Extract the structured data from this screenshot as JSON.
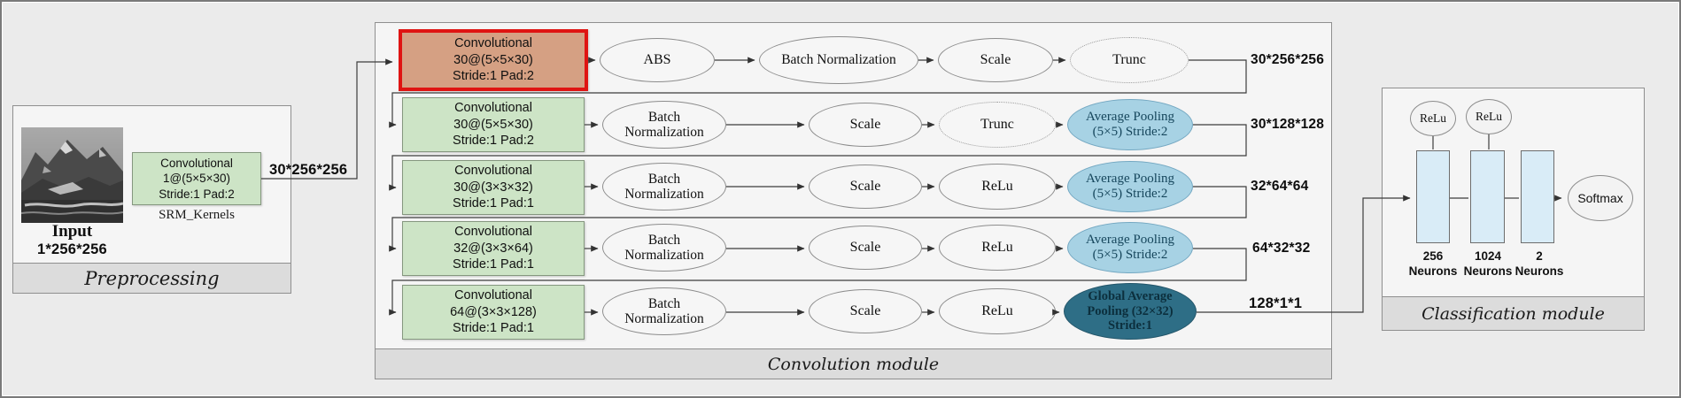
{
  "preprocessing": {
    "footer": "Preprocessing",
    "input_caption": "Input",
    "input_dims": "1*256*256",
    "conv": {
      "line1": "Convolutional",
      "line2": "1@(5×5×30)",
      "line3": "Stride:1 Pad:2"
    },
    "kernel_label": "SRM_Kernels",
    "output_dims": "30*256*256"
  },
  "convolution_module": {
    "footer": "Convolution module",
    "rows": [
      {
        "conv": {
          "line1": "Convolutional",
          "line2": "30@(5×5×30)",
          "line3": "Stride:1 Pad:2"
        },
        "ops": [
          {
            "label": "ABS"
          },
          {
            "label": "Batch Normalization"
          },
          {
            "label": "Scale"
          },
          {
            "label": "Trunc"
          }
        ],
        "output_dims": "30*256*256"
      },
      {
        "conv": {
          "line1": "Convolutional",
          "line2": "30@(5×5×30)",
          "line3": "Stride:1 Pad:2"
        },
        "ops": [
          {
            "label": "Batch Normalization"
          },
          {
            "label": "Scale"
          },
          {
            "label": "Trunc"
          },
          {
            "label": "Average Pooling (5×5) Stride:2"
          }
        ],
        "output_dims": "30*128*128"
      },
      {
        "conv": {
          "line1": "Convolutional",
          "line2": "30@(3×3×32)",
          "line3": "Stride:1 Pad:1"
        },
        "ops": [
          {
            "label": "Batch Normalization"
          },
          {
            "label": "Scale"
          },
          {
            "label": "ReLu"
          },
          {
            "label": "Average Pooling (5×5) Stride:2"
          }
        ],
        "output_dims": "32*64*64"
      },
      {
        "conv": {
          "line1": "Convolutional",
          "line2": "32@(3×3×64)",
          "line3": "Stride:1  Pad:1"
        },
        "ops": [
          {
            "label": "Batch Normalization"
          },
          {
            "label": "Scale"
          },
          {
            "label": "ReLu"
          },
          {
            "label": "Average Pooling (5×5) Stride:2"
          }
        ],
        "output_dims": "64*32*32"
      },
      {
        "conv": {
          "line1": "Convolutional",
          "line2": "64@(3×3×128)",
          "line3": "Stride:1 Pad:1"
        },
        "ops": [
          {
            "label": "Batch Normalization"
          },
          {
            "label": "Scale"
          },
          {
            "label": "ReLu"
          },
          {
            "label": "Global Average Pooling (32×32) Stride:1"
          }
        ],
        "output_dims": "128*1*1"
      }
    ]
  },
  "classification_module": {
    "footer": "Classification module",
    "relu1": "ReLu",
    "relu2": "ReLu",
    "softmax": "Softmax",
    "layers": [
      {
        "count": "256",
        "unit": "Neurons"
      },
      {
        "count": "1024",
        "unit": "Neurons"
      },
      {
        "count": "2",
        "unit": "Neurons"
      }
    ]
  },
  "colors": {
    "highlight_border": "#df1412",
    "conv_green": "#cde4c6",
    "conv_tan": "#d5a083",
    "pool_blue": "#a7d2e4",
    "pool_dark_teal": "#2e6e86",
    "fc_blue": "#d9ecf7",
    "background": "#ebebeb"
  }
}
